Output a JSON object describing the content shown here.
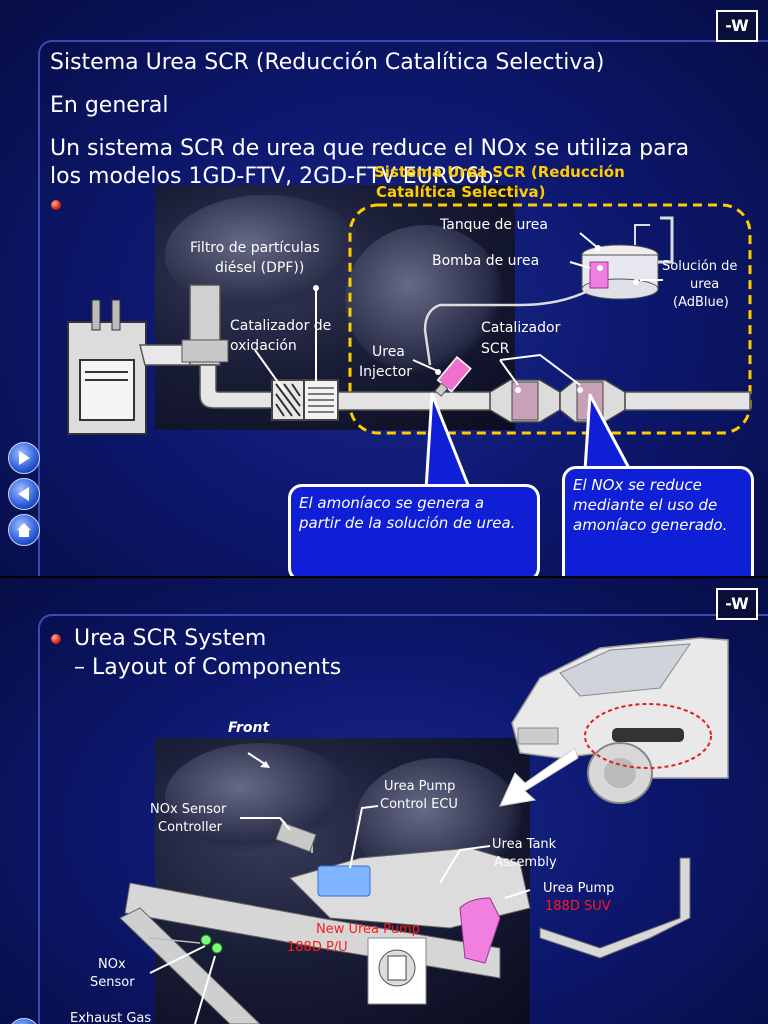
{
  "slide1": {
    "logo": "-W",
    "title": "Sistema Urea SCR (Reducción Catalítica Selectiva)",
    "subtitle": "En general",
    "body_line1": "Un sistema SCR de urea que reduce el NOx se utiliza para",
    "body_line2": "los modelos 1GD-FTV, 2GD-FTV EURO6b.",
    "scr_label_line1": "Sistema Urea SCR (Reducción",
    "scr_label_line2": "Catalítica Selectiva)",
    "dpf_line1": "Filtro de partículas",
    "dpf_line2": "diésel (DPF))",
    "oxidation_line1": "Catalizador de",
    "oxidation_line2": "oxidación",
    "urea_tank": "Tanque de urea",
    "urea_pump": "Bomba de urea",
    "solution_line1": "Solución de",
    "solution_line2": "urea",
    "solution_line3": "(AdBlue)",
    "scr_cat_line1": "Catalizador",
    "scr_cat_line2": "SCR",
    "injector_line1": "Urea",
    "injector_line2": "Injector",
    "callout_left": "El amoníaco se genera a partir de la solución de urea.",
    "callout_right": "El NOx se reduce mediante el uso de amoníaco generado.",
    "colors": {
      "callout_bg": "#0f1fd6",
      "scr_label": "#ffcc00",
      "dashed_box": "#ffcc00"
    },
    "nav_icons": [
      "forward-arrow-icon",
      "back-arrow-icon",
      "home-icon"
    ]
  },
  "slide2": {
    "logo": "-W",
    "title": "Urea SCR System",
    "subtitle": "– Layout of Components",
    "front": "Front",
    "ecu_line1": "Urea Pump",
    "ecu_line2": "Control ECU",
    "nox_ctrl_line1": "NOx Sensor",
    "nox_ctrl_line2": "Controller",
    "tank_line1": "Urea Tank",
    "tank_line2": "Assembly",
    "pump_line1": "Urea Pump",
    "pump_line2": "188D SUV",
    "new_pump_line1": "New Urea Pump",
    "new_pump_line2": "188D P/U",
    "nox_sensor_line1": "NOx",
    "nox_sensor_line2": "Sensor",
    "exhaust": "Exhaust Gas",
    "colors": {
      "red_label": "#ff1a1a"
    }
  }
}
